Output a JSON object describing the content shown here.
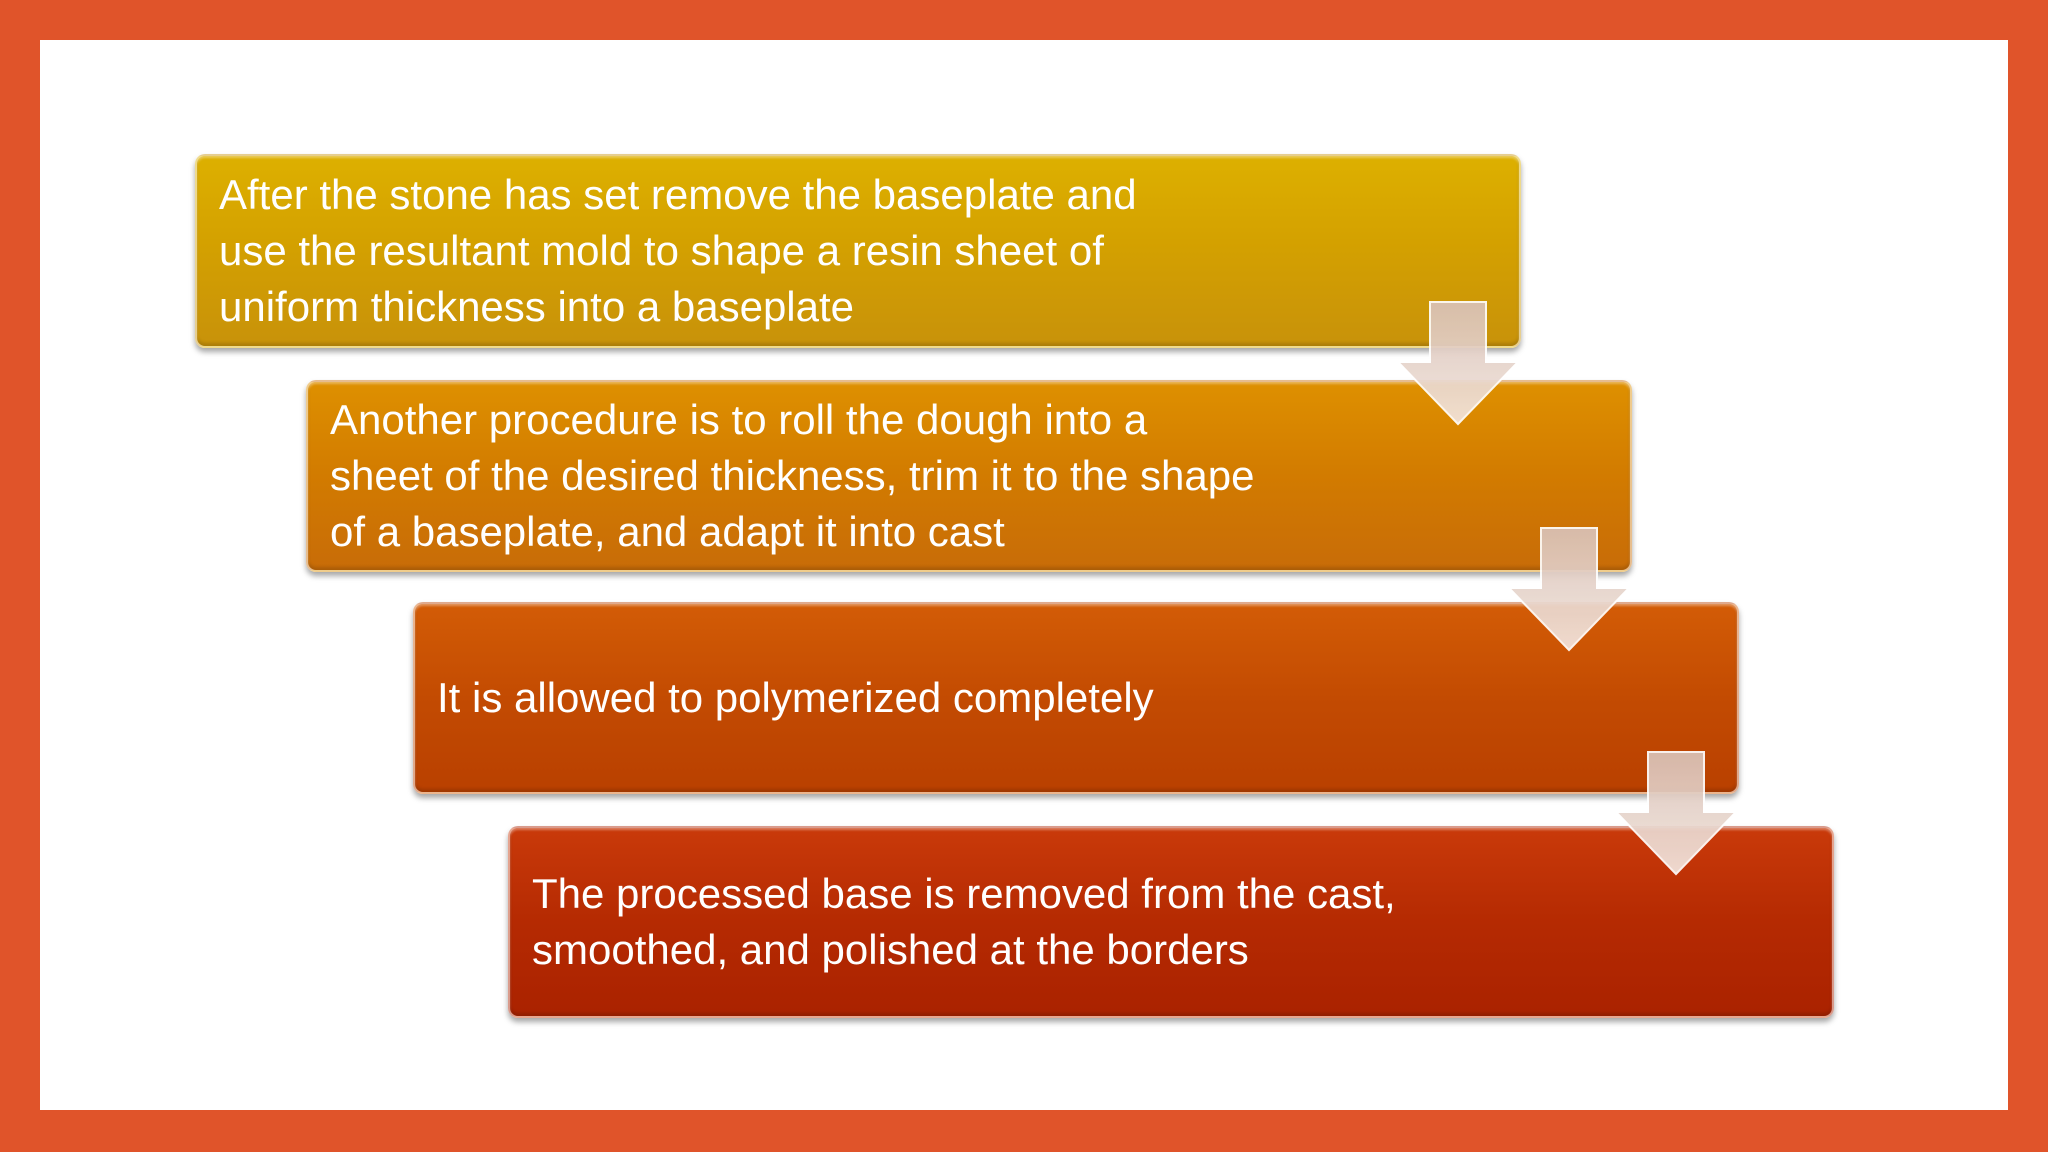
{
  "steps": [
    {
      "text": "After the stone has set remove the baseplate and\nuse the resultant mold to shape a resin sheet of\nuniform thickness into a baseplate"
    },
    {
      "text": "Another procedure is to roll the dough into a\nsheet of the desired thickness, trim it to the shape\nof a baseplate, and adapt it into cast"
    },
    {
      "text": "It is allowed to polymerized completely"
    },
    {
      "text": "The processed base is removed from the cast,\nsmoothed, and polished at the borders"
    }
  ],
  "colors": {
    "frame": "#e0542a",
    "step1": "#d4a100",
    "step2": "#d27b00",
    "step3": "#c34b02",
    "step4": "#b52a02",
    "arrow": "#e8d2c8"
  }
}
